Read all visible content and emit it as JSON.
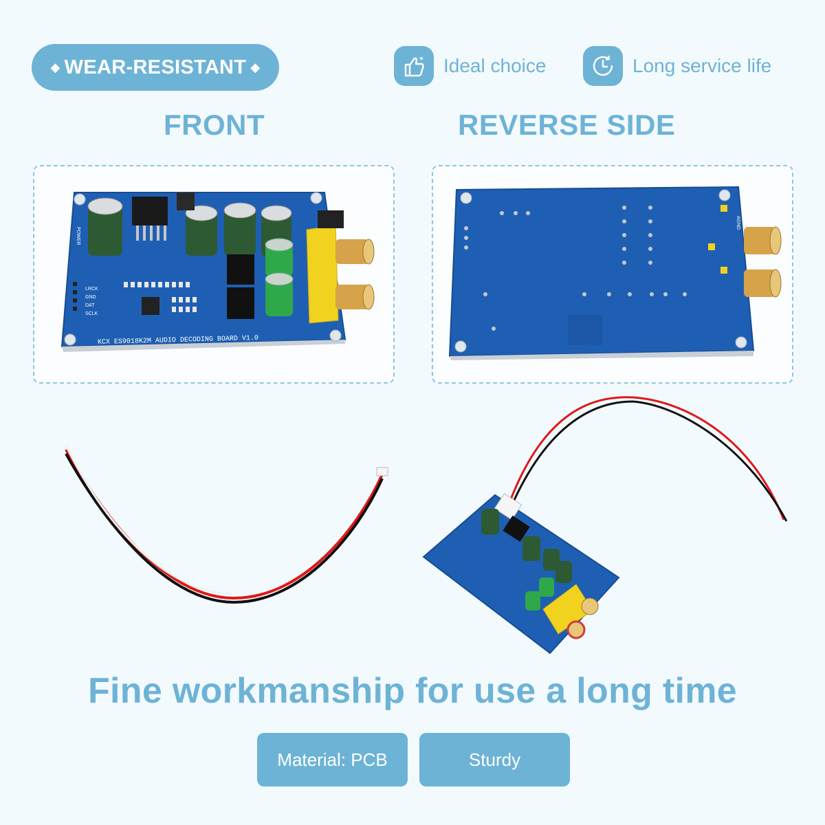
{
  "tag": {
    "label": "WEAR-RESISTANT",
    "diamond": "◆"
  },
  "features": [
    {
      "icon": "thumbs-up-icon",
      "label": "Ideal choice"
    },
    {
      "icon": "clock-icon",
      "label": "Long service life"
    }
  ],
  "headings": {
    "front": "FRONT",
    "reverse": "REVERSE SIDE"
  },
  "front_board": {
    "side_labels": [
      "LRCK",
      "GND",
      "DAT",
      "SCLK"
    ],
    "power_label": "POWER",
    "bottom_text": "KCX    ES9018K2M AUDIO DECODING BOARD V1.0"
  },
  "reverse_board": {
    "agnd_label": "AGND"
  },
  "title": "Fine workmanship for use a long time",
  "buttons": {
    "material": "Material: PCB",
    "sturdy": "Sturdy"
  },
  "colors": {
    "accent": "#6db3d6",
    "pcb": "#1e5fb3",
    "jack": "#f1d21e"
  }
}
